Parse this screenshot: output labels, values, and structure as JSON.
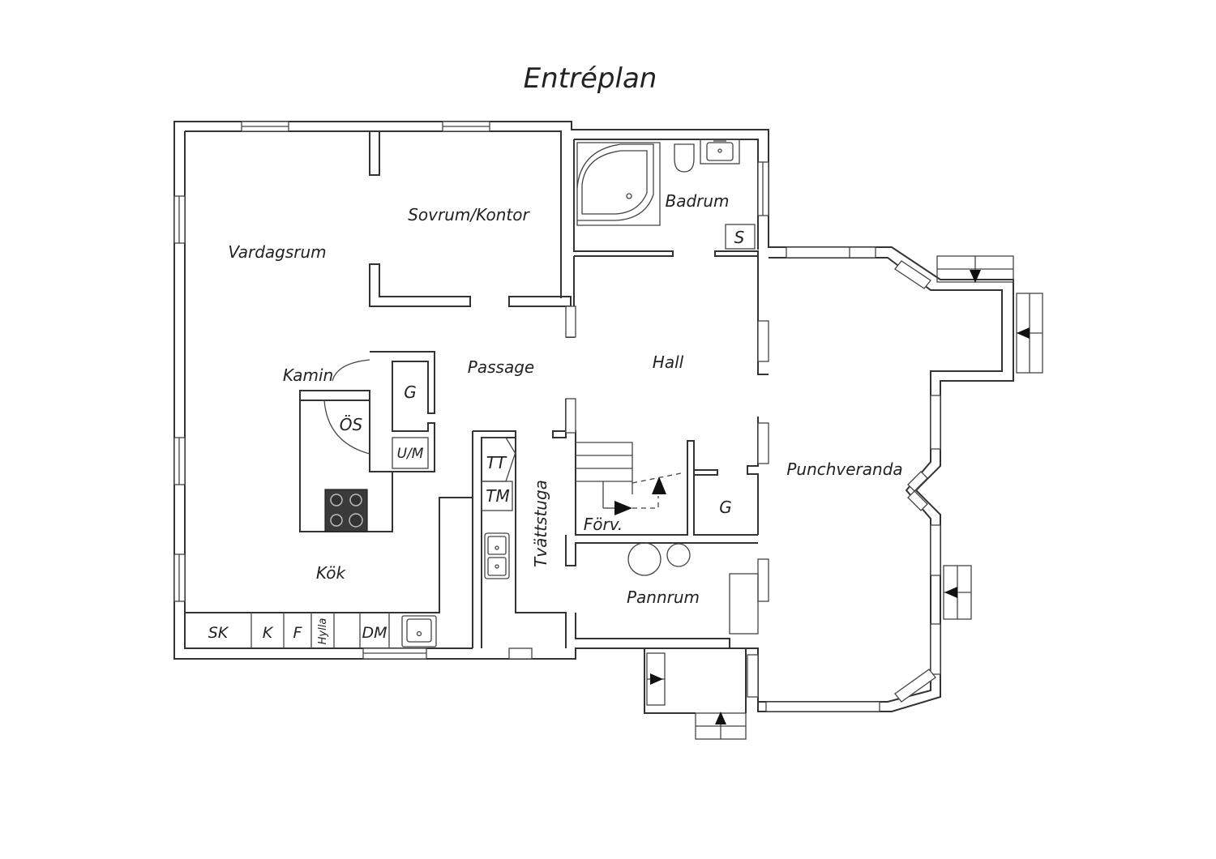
{
  "plan": {
    "title": "Entréplan",
    "rooms": {
      "vardagsrum": "Vardagsrum",
      "sovrum_kontor": "Sovrum/Kontor",
      "badrum": "Badrum",
      "badrum_s": "S",
      "kamin": "Kamin",
      "passage": "Passage",
      "hall": "Hall",
      "g_garderob": "G",
      "os": "ÖS",
      "um": "U/M",
      "tt": "TT",
      "tm": "TM",
      "tvattstuga": "Tvättstuga",
      "forv": "Förv.",
      "g_hall": "G",
      "punchveranda": "Punchveranda",
      "kok": "Kök",
      "pannrum": "Pannrum",
      "sk": "SK",
      "k": "K",
      "f": "F",
      "hylla": "Hylla",
      "dm": "DM"
    }
  }
}
